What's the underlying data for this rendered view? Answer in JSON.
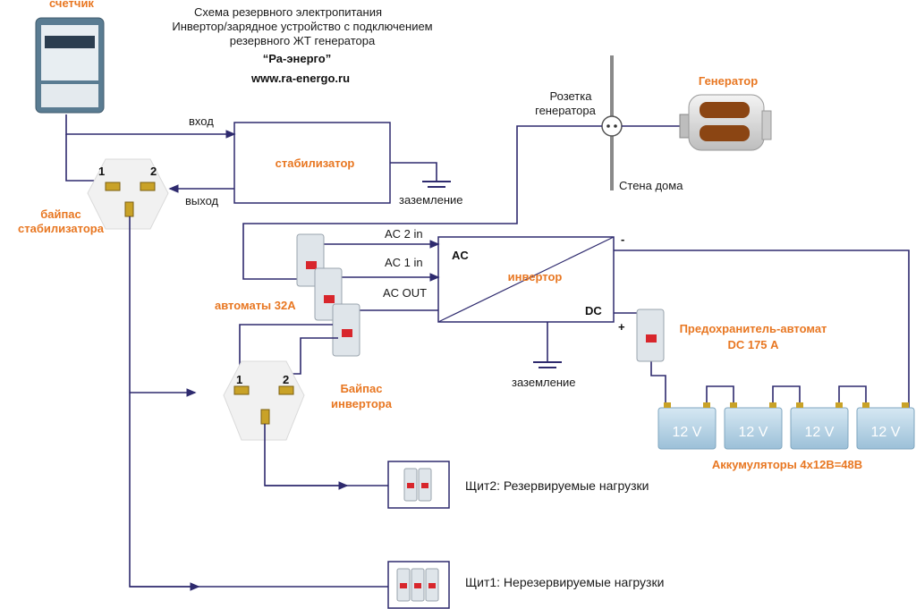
{
  "header": {
    "line1": "Схема резервного электропитания",
    "line2": "Инвертор/зарядное устройство с подключением",
    "line3": "резервного ЖТ генератора",
    "brand": "“Ра-энерго”",
    "site": "www.ra-energo.ru"
  },
  "labels": {
    "meter": "счетчик",
    "input": "вход",
    "output": "выход",
    "stabilizer": "стабилизатор",
    "ground_top": "заземление",
    "bypass_stab_1": "байпас",
    "bypass_stab_2": "стабилизатора",
    "socket_1": "Розетка",
    "socket_2": "генератора",
    "generator": "Генератор",
    "wall": "Стена дома",
    "ac2": "AC 2 in",
    "ac1": "AC 1 in",
    "acout": "AC OUT",
    "ac": "AC",
    "dc": "DC",
    "inverter": "инвертор",
    "breakers": "автоматы 32А",
    "ground_bottom": "заземление",
    "bypass_inv_1": "Байпас",
    "bypass_inv_2": "инвертора",
    "minus": "-",
    "plus": "+",
    "fuse_1": "Предохранитель-автомат",
    "fuse_2": "DC 175 А",
    "batteries": "Аккумуляторы 4х12В=48В",
    "battery_v": "12 V",
    "panel2": "Щит2: Резервируемые нагрузки",
    "panel1": "Щит1: Нерезервируемые нагрузки",
    "n1": "1",
    "n2": "2"
  },
  "colors": {
    "wire": "#2e2a6e",
    "accent": "#e87722",
    "battery": "#b9d6e8",
    "breaker_red": "#d8262c"
  }
}
